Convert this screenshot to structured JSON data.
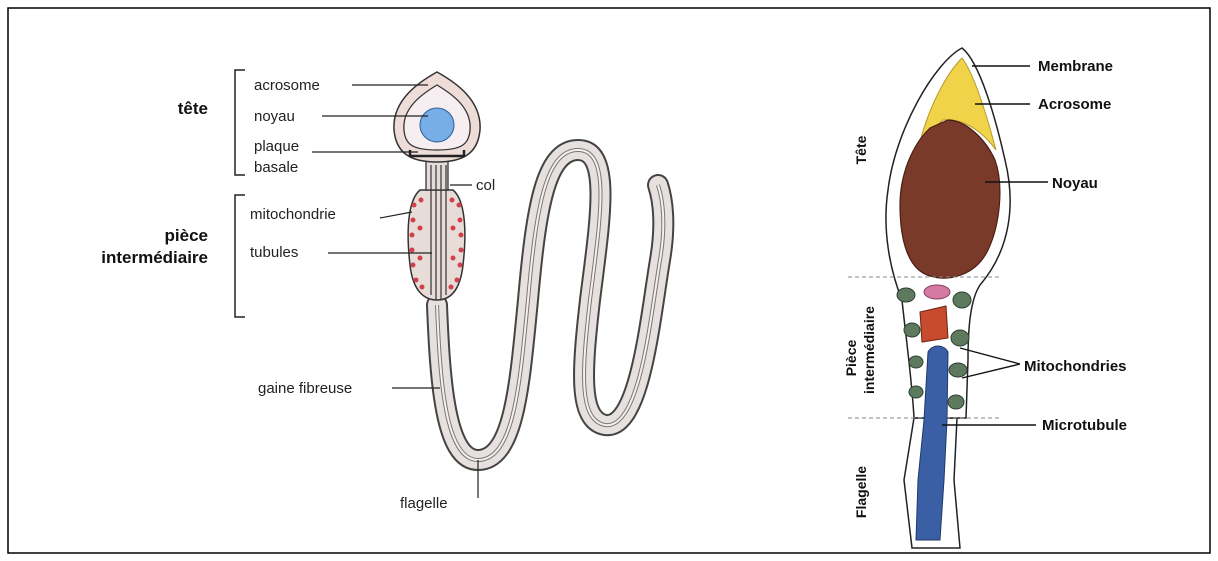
{
  "left_diagram": {
    "sections": {
      "tete": "tête",
      "piece_line1": "pièce",
      "piece_line2": "intermédiaire"
    },
    "labels": {
      "acrosome": "acrosome",
      "noyau": "noyau",
      "plaque": "plaque",
      "basale": "basale",
      "col": "col",
      "mitochondrie": "mitochondrie",
      "tubules": "tubules",
      "gaine": "gaine fibreuse",
      "flagelle": "flagelle"
    }
  },
  "right_diagram": {
    "sections": {
      "tete": "Tête",
      "piece_line1": "Pièce",
      "piece_line2": "intermédiaire",
      "flagelle": "Flagelle"
    },
    "labels": {
      "membrane": "Membrane",
      "acrosome": "Acrosome",
      "noyau": "Noyau",
      "mitochondries": "Mitochondries",
      "microtubule": "Microtubule"
    },
    "colors": {
      "acrosome": "#f1d34a",
      "noyau": "#7a3a2a",
      "mitochondries": "#5d7a5f",
      "microtubule": "#3a5fa5",
      "centriole": "#c84a2f",
      "vesicle": "#d67aa4"
    }
  }
}
